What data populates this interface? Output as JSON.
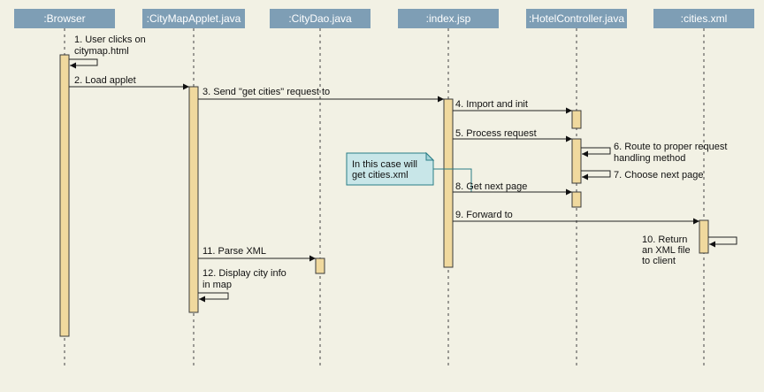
{
  "diagram": {
    "type": "sequence",
    "participants": [
      {
        "id": "browser",
        "label": ":Browser"
      },
      {
        "id": "applet",
        "label": ":CityMapApplet.java"
      },
      {
        "id": "dao",
        "label": ":CityDao.java"
      },
      {
        "id": "index",
        "label": ":index.jsp"
      },
      {
        "id": "controller",
        "label": ":HotelController.java"
      },
      {
        "id": "xml",
        "label": ":cities.xml"
      }
    ],
    "messages": [
      {
        "from": "browser",
        "to": "browser",
        "lines": [
          "1. User clicks on",
          "citymap.html"
        ]
      },
      {
        "from": "browser",
        "to": "applet",
        "lines": [
          "2. Load applet"
        ]
      },
      {
        "from": "applet",
        "to": "index",
        "lines": [
          "3. Send \"get cities\" request to"
        ]
      },
      {
        "from": "index",
        "to": "controller",
        "lines": [
          "4. Import and init"
        ]
      },
      {
        "from": "index",
        "to": "controller",
        "lines": [
          "5. Process request"
        ]
      },
      {
        "from": "controller",
        "to": "controller",
        "lines": [
          "6. Route to proper request",
          "handling method"
        ]
      },
      {
        "from": "controller",
        "to": "controller",
        "lines": [
          "7. Choose next page"
        ]
      },
      {
        "from": "index",
        "to": "controller",
        "lines": [
          "8. Get next page"
        ]
      },
      {
        "from": "index",
        "to": "xml",
        "lines": [
          "9. Forward to"
        ]
      },
      {
        "from": "xml",
        "to": "xml",
        "lines": [
          "10. Return",
          "an XML file",
          "to client"
        ]
      },
      {
        "from": "applet",
        "to": "dao",
        "lines": [
          "11. Parse XML"
        ]
      },
      {
        "from": "applet",
        "to": "applet",
        "lines": [
          "12. Display city info",
          "in map"
        ]
      }
    ],
    "note": {
      "lines": [
        "In this case will",
        "get cities.xml"
      ]
    }
  },
  "colors": {
    "background": "#f2f1e4",
    "header": "#7e9eb5",
    "activation": "#f0d99e",
    "note": "#c8e6e8",
    "note_border": "#2a7d86"
  }
}
